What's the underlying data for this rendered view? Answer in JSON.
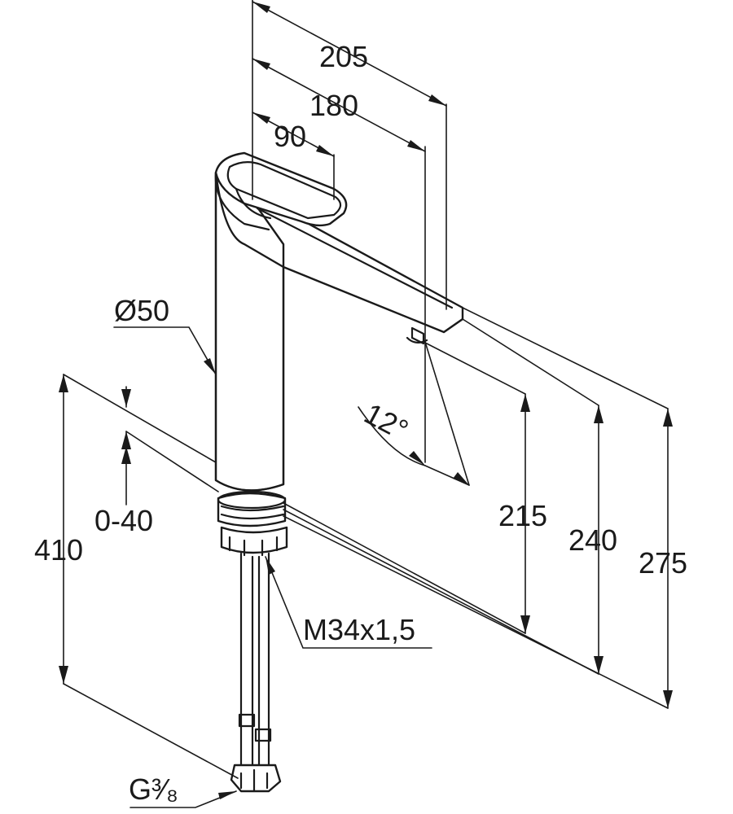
{
  "drawing": {
    "dimensions": {
      "d205": "205",
      "d180": "180",
      "d90": "90",
      "diameter": "Ø50",
      "angle": "12°",
      "h410": "410",
      "h0_40": "0-40",
      "h215": "215",
      "h240": "240",
      "h275": "275",
      "thread": "M34x1,5",
      "connection": "G³⁄₈"
    },
    "icons": {
      "faucet": "basin-mixer-faucet-icon"
    },
    "colors": {
      "ink": "#1a1a1a",
      "paper": "#ffffff"
    }
  }
}
